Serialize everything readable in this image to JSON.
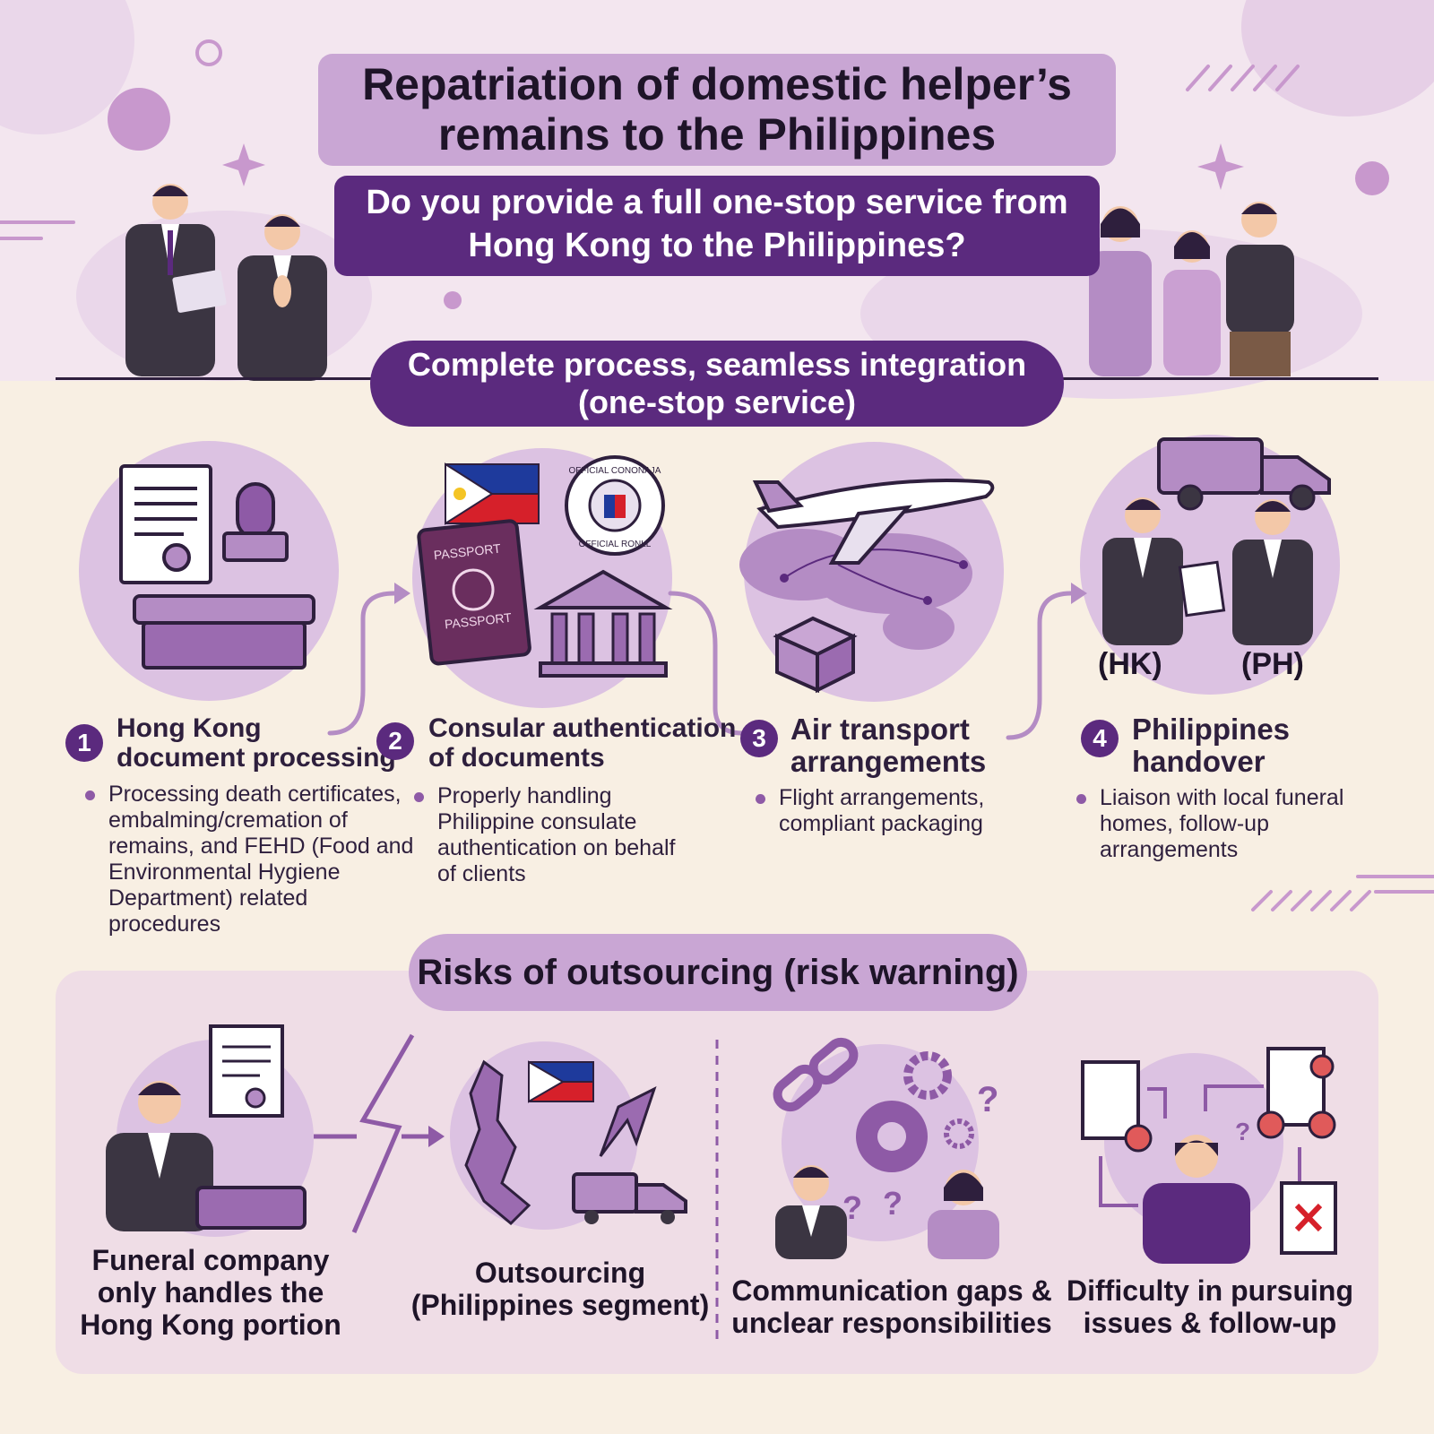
{
  "header": {
    "title_line1": "Repatriation of domestic helper’s",
    "title_line2": "remains to the Philippines",
    "question_line1": "Do you provide a full one-stop service from",
    "question_line2": "Hong Kong to the Philippines?"
  },
  "process": {
    "heading_line1": "Complete process, seamless integration",
    "heading_line2": "(one-stop service)",
    "steps": [
      {
        "number": "1",
        "title_line1": "Hong Kong",
        "title_line2": "document processing",
        "desc_lines": [
          "Processing death certificates,",
          "embalming/cremation of",
          "remains, and FEHD (Food and",
          "Environmental Hygiene",
          "Department) related",
          "procedures"
        ]
      },
      {
        "number": "2",
        "title_line1": "Consular authentication",
        "title_line2": "of documents",
        "desc_lines": [
          "Properly handling",
          "Philippine consulate",
          "authentication on behalf",
          "of clients"
        ]
      },
      {
        "number": "3",
        "title_line1": "Air transport",
        "title_line2": "arrangements",
        "desc_lines": [
          "Flight arrangements,",
          "compliant packaging"
        ]
      },
      {
        "number": "4",
        "title_line1": "Philippines",
        "title_line2": "handover",
        "desc_lines": [
          "Liaison with local funeral",
          "homes, follow-up",
          "arrangements"
        ]
      }
    ],
    "passport_text": "PASSPORT",
    "seal_top": "OFFICIAL CONONAJA",
    "seal_bottom": "OFFICIAL RONLL",
    "hk_label": "(HK)",
    "ph_label": "(PH)"
  },
  "risks": {
    "heading": "Risks of outsourcing (risk warning)",
    "items": [
      {
        "lines": [
          "Funeral company",
          "only handles the",
          "Hong Kong portion"
        ]
      },
      {
        "lines": [
          "Outsourcing",
          "(Philippines segment)"
        ]
      },
      {
        "lines": [
          "Communication gaps &",
          "unclear responsibilities"
        ]
      },
      {
        "lines": [
          "Difficulty in pursuing",
          "issues & follow-up"
        ]
      }
    ]
  },
  "colors": {
    "accent": "#5b2a7e",
    "light_purple": "#dcc2e2",
    "mid_purple": "#c9a6d4",
    "background": "#f8efe3",
    "header_band": "#f3e6ef"
  }
}
